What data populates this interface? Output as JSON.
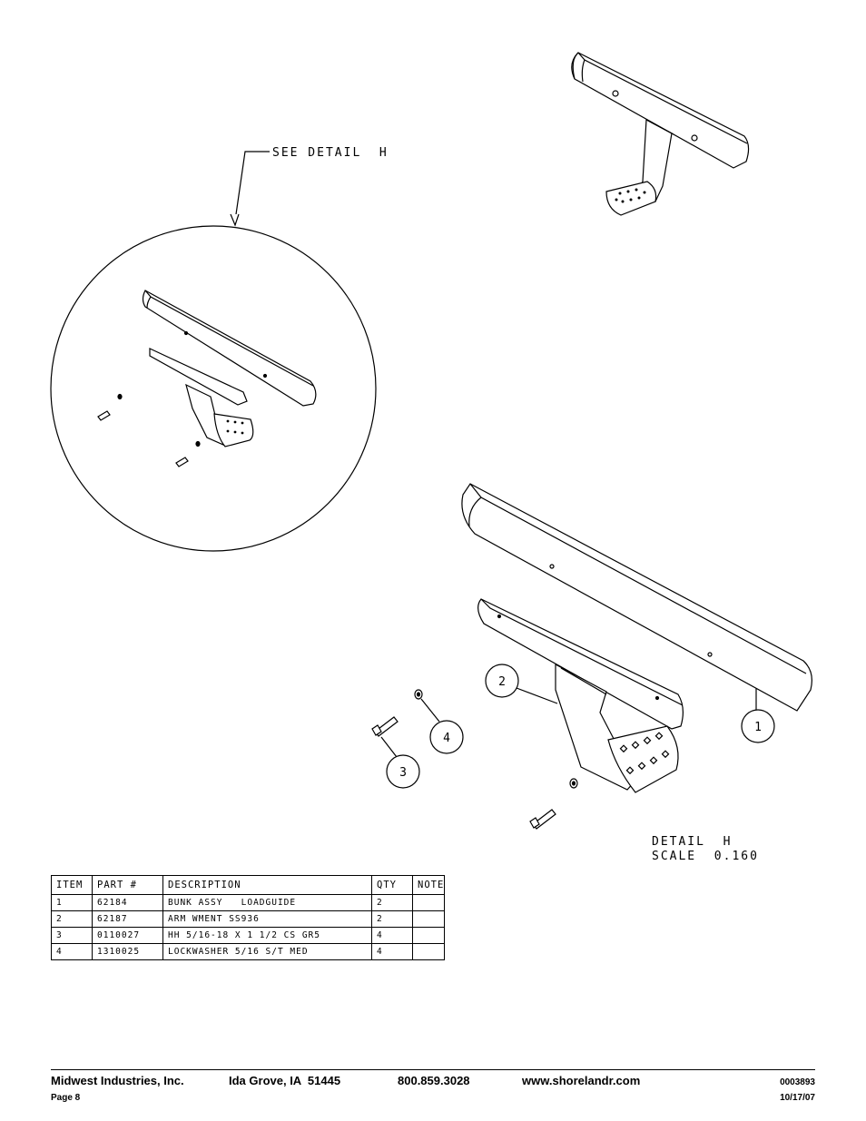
{
  "detail_callout": "SEE DETAIL  H",
  "detail_title": "DETAIL  H",
  "detail_scale": "SCALE  0.160",
  "balloons": [
    "1",
    "2",
    "3",
    "4"
  ],
  "bom": {
    "headers": [
      "ITEM",
      "PART #",
      "DESCRIPTION",
      "QTY",
      "NOTE"
    ],
    "rows": [
      {
        "item": "1",
        "part": "62184",
        "description": "BUNK ASSY   LOADGUIDE",
        "qty": "2",
        "note": ""
      },
      {
        "item": "2",
        "part": "62187",
        "description": "ARM WMENT SS936",
        "qty": "2",
        "note": ""
      },
      {
        "item": "3",
        "part": "0110027",
        "description": "HH 5/16-18 X 1 1/2 CS GR5",
        "qty": "4",
        "note": ""
      },
      {
        "item": "4",
        "part": "1310025",
        "description": "LOCKWASHER 5/16 S/T MED",
        "qty": "4",
        "note": ""
      }
    ]
  },
  "footer": {
    "company": "Midwest Industries, Inc.",
    "location": "Ida Grove, IA  51445",
    "phone": "800.859.3028",
    "website": "www.shorelandr.com",
    "doc_number": "0003893",
    "page": "Page 8",
    "date": "10/17/07"
  }
}
